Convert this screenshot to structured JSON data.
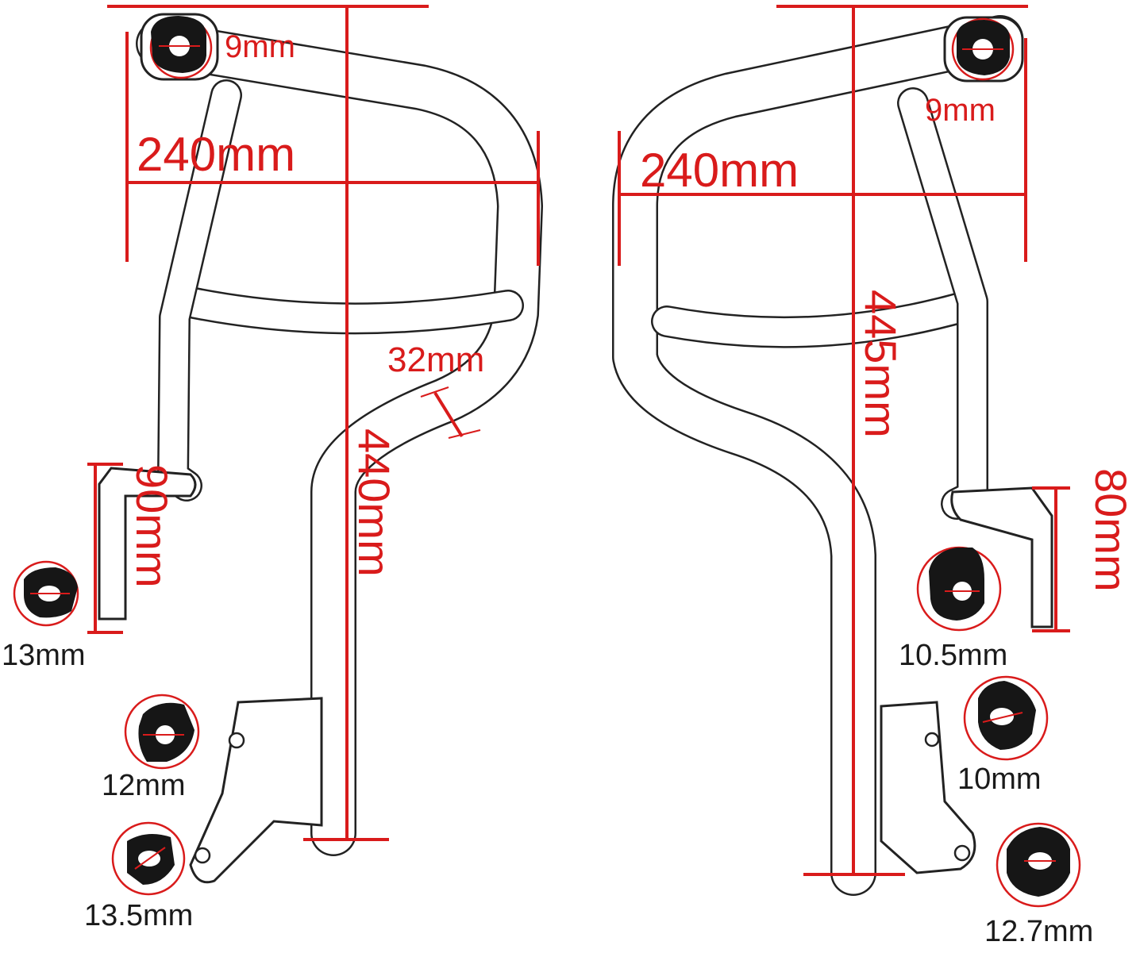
{
  "left_bar": {
    "width_label": "240mm",
    "height_label": "440mm",
    "tube_label": "32mm",
    "mount_height_label": "90mm",
    "top_hole_label": "9mm"
  },
  "right_bar": {
    "width_label": "240mm",
    "height_label": "445mm",
    "mount_height_label": "80mm",
    "top_hole_label": "9mm"
  },
  "hole_sizes": {
    "left_a": "13mm",
    "left_b": "12mm",
    "left_c": "13.5mm",
    "right_a": "10.5mm",
    "right_b": "10mm",
    "right_c": "12.7mm"
  },
  "colors": {
    "dimension": "#d91b1b",
    "outline": "#222222",
    "washer": "#161616"
  }
}
